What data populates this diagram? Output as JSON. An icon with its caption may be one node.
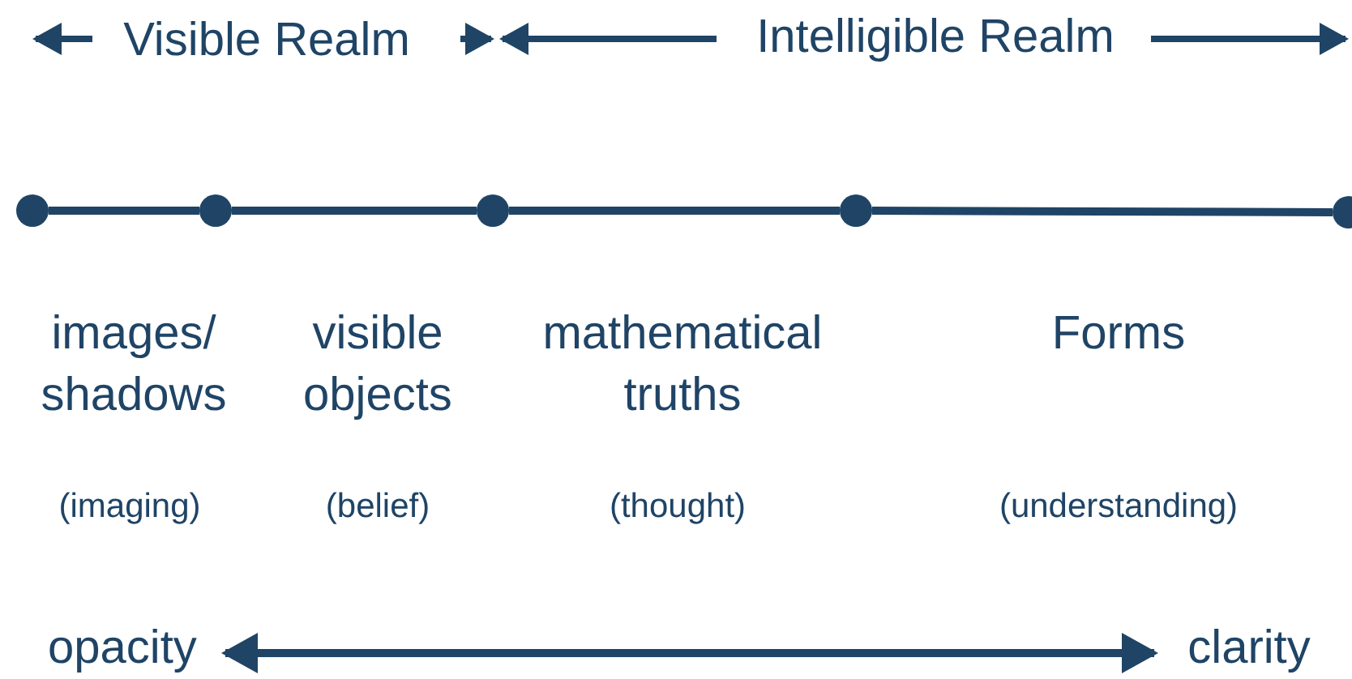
{
  "diagram": {
    "nodes": [
      {
        "text": [],
        "shape": "circle"
      },
      {
        "text": [],
        "shape": "circle"
      },
      {
        "text": [],
        "shape": "circle"
      },
      {
        "text": [],
        "shape": "circle"
      },
      {
        "text": [],
        "shape": "circle"
      },
      {
        "text": [
          "opacity"
        ]
      },
      {
        "text": [
          "clarity"
        ]
      }
    ],
    "edges": [
      {
        "from": 0,
        "to": 1,
        "arrow": "none"
      },
      {
        "from": 1,
        "to": 2,
        "arrow": "none"
      },
      {
        "from": 2,
        "to": 3,
        "arrow": "none"
      },
      {
        "from": 3,
        "to": 4,
        "arrow": "none"
      },
      {
        "from": 5,
        "to": 6,
        "arrow": "both"
      }
    ],
    "labels": [
      "Visible Realm",
      "Intelligible Realm",
      "images/ shadows",
      "visible objects",
      "mathematical truths",
      "Forms",
      "(imaging)",
      "(belief)",
      "(thought)",
      "(understanding)"
    ]
  }
}
